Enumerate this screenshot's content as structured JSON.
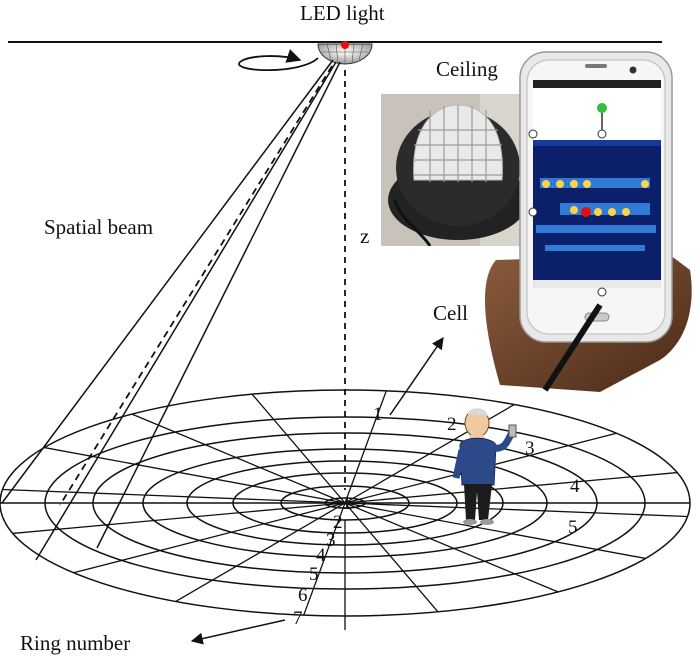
{
  "labels": {
    "led": "LED light",
    "ceiling": "Ceiling",
    "beam": "Spatial beam",
    "z": "z",
    "cell": "Cell",
    "ring_number": "Ring number"
  },
  "ring_numbers_inner": [
    "1",
    "2",
    "3",
    "4",
    "5",
    "6",
    "7"
  ],
  "ring_numbers_outer": [
    "1",
    "2",
    "3",
    "4",
    "5"
  ],
  "icons": {
    "led": "led-fixture-icon",
    "rotation": "rotation-arrow-icon",
    "phone": "smartphone-icon",
    "person": "person-icon",
    "photo": "led-lamp-photo"
  },
  "colors": {
    "line": "#111111",
    "phone_screen": "#0b1f6b",
    "led_dot": "#e01010"
  }
}
